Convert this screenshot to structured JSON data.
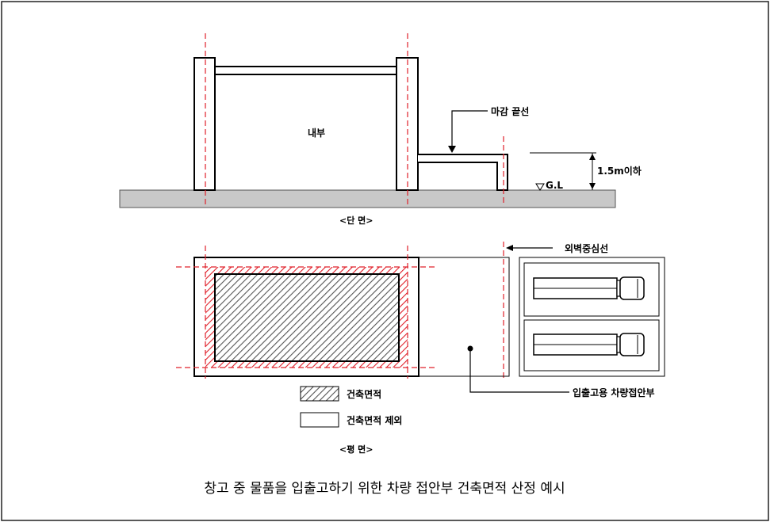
{
  "labels": {
    "section_interior": "내부",
    "finish_line": "마감 끝선",
    "ground_level": "G.L",
    "height_limit": "1.5m이하",
    "section_caption": "<단 면>",
    "wall_centerline": "외벽중심선",
    "vehicle_entry": "입출고용 차량접안부",
    "legend_included": "건축면적",
    "legend_excluded": "건축면적 제외",
    "plan_caption": "<평 면>",
    "title": "창고 중 물품을 입출고하기 위한 차량 접안부 건축면적 산정 예시"
  },
  "colors": {
    "line": "#000000",
    "centerline": "#e0202a",
    "ground": "#c8c8c8",
    "hatch": "#555555",
    "text": "#000000"
  }
}
